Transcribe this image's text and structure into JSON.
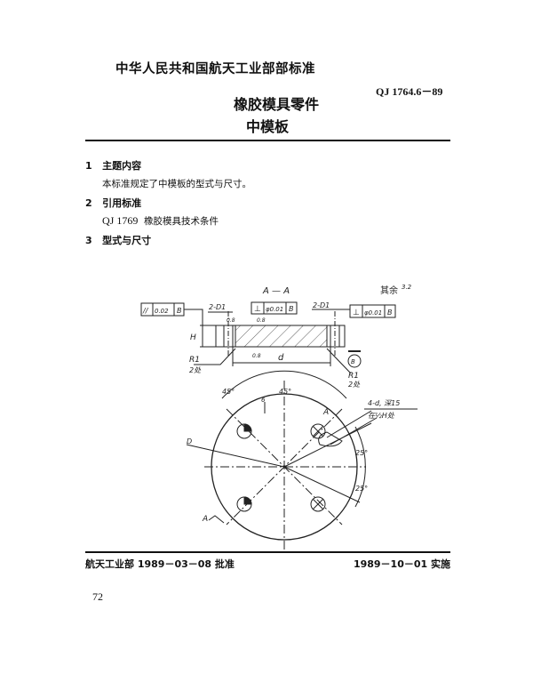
{
  "header": {
    "issuer": "中华人民共和国航天工业部部标准",
    "standard_code": "QJ 1764.6－89",
    "title_line1": "橡胶模具零件",
    "title_line2": "中模板"
  },
  "sections": [
    {
      "number": "1",
      "heading": "主题内容",
      "body": "本标准规定了中模板的型式与尺寸。"
    },
    {
      "number": "2",
      "heading": "引用标准",
      "ref_code": "QJ 1769",
      "ref_title": "橡胶模具技术条件"
    },
    {
      "number": "3",
      "heading": "型式与尺寸"
    }
  ],
  "drawing": {
    "section_label": "A — A",
    "other_roughness": "其余",
    "other_roughness_value": "3.2",
    "tol_parallel": {
      "symbol": "//",
      "value": "0.02",
      "datum": "B"
    },
    "tol_perp_1": {
      "symbol": "⊥",
      "value": "φ0.01",
      "datum": "B"
    },
    "tol_perp_2": {
      "symbol": "⊥",
      "value": "φ0.01",
      "datum": "B"
    },
    "hole_label_left": "2-D1",
    "hole_label_right": "2-D1",
    "roughness_top": "0.8",
    "roughness_bottom": "0.8",
    "roughness_hole": "0.8",
    "height_label": "H",
    "dim_d": "d",
    "fillet_left": "R1",
    "fillet_left_count": "2处",
    "fillet_right": "R1",
    "fillet_right_count": "2处",
    "datum": "B",
    "angle_1": "45°",
    "angle_2": "45°",
    "angle_3": "25°",
    "angle_4": "25°",
    "diameter_label": "D",
    "offset_label": "6",
    "cut_label_1": "A",
    "cut_label_2": "A",
    "hole_note_line1": "4-d, 深15",
    "hole_note_line2": "在½H处"
  },
  "footer": {
    "approved": "航天工业部 1989－03－08 批准",
    "effective": "1989－10－01 实施",
    "page_number": "72"
  }
}
